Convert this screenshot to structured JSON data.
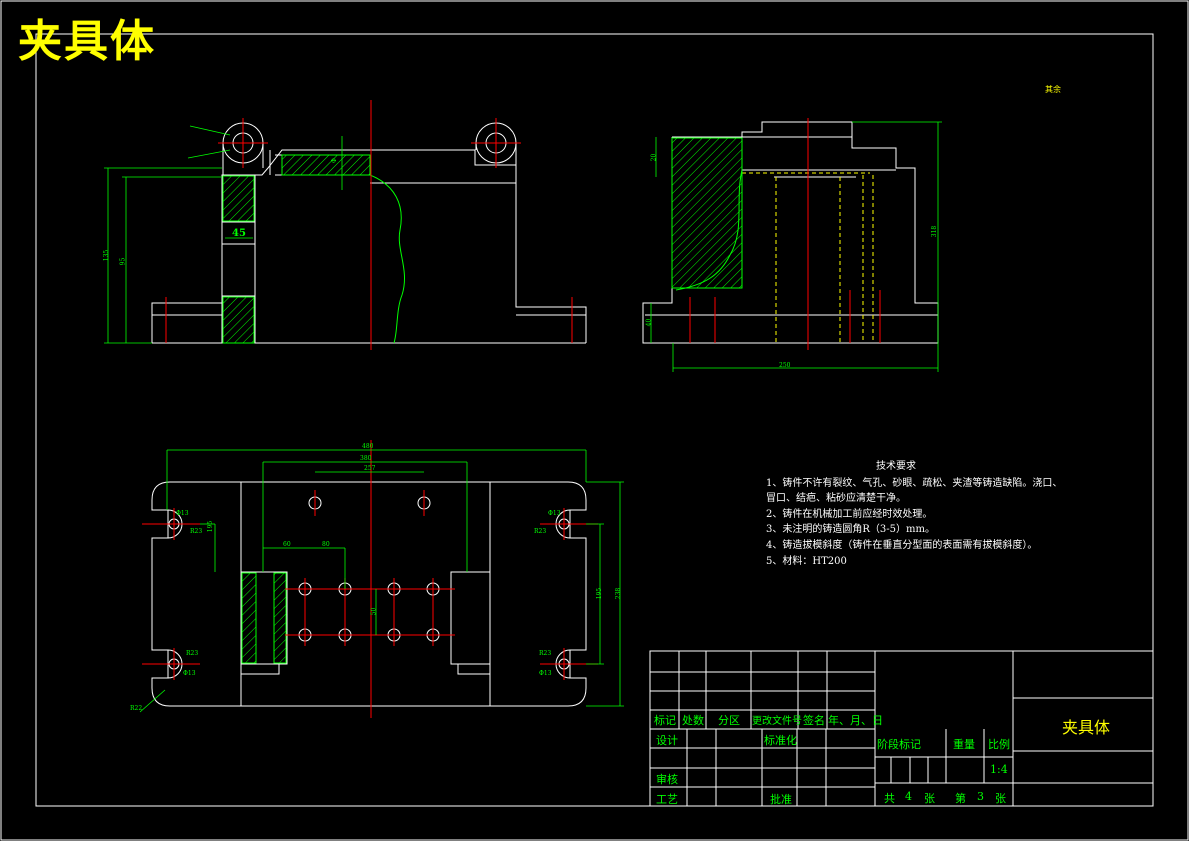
{
  "drawing_title": "夹具体",
  "corner_note": "其余",
  "tech_requirements": {
    "title": "技术要求",
    "items": [
      "1、铸件不许有裂纹、气孔、砂眼、疏松、夹渣等铸造缺陷。浇口、",
      "冒口、结疤、粘砂应清楚干净。",
      "2、铸件在机械加工前应经时效处理。",
      "3、未注明的铸造圆角R（3-5）mm。",
      "4、铸造拔模斜度（铸件在垂直分型面的表面需有拔模斜度）。",
      "5、材料：HT200"
    ]
  },
  "title_block": {
    "headers": [
      "标记",
      "处数",
      "分区",
      "更改文件号",
      "签名",
      "年、月、日"
    ],
    "design": "设计",
    "standardize": "标准化",
    "review": "审核",
    "process": "工艺",
    "approve": "批准",
    "stage_mark": "阶段标记",
    "weight": "重量",
    "scale_label": "比例",
    "scale_value": "1:4",
    "part_name": "夹具体",
    "sheet_total_prefix": "共",
    "sheet_total": "4",
    "sheet_unit": "张",
    "sheet_no_prefix": "第",
    "sheet_no": "3",
    "sheet_no_unit": "张"
  },
  "dimensions": {
    "d45": "45",
    "d_r10": "Φ",
    "d_95": "95",
    "d_135": "135",
    "d_40": "40",
    "d_60": "60",
    "d_20": "20",
    "d_250": "250",
    "d_318": "318",
    "d_480": "480",
    "d_380": "380",
    "d_257": "257",
    "d_80": "80",
    "d_r13a": "Φ13",
    "d_r13b": "Φ13",
    "d_r13c": "Φ13",
    "d_r13d": "Φ13",
    "d_r23a": "R23",
    "d_r23b": "R23",
    "d_r23c": "R23",
    "d_r23d": "R23",
    "d_r22": "R22",
    "d_195": "195",
    "d_238": "238",
    "d_50": "50"
  },
  "colors": {
    "outline": "#ffffff",
    "dimension": "#00ff00",
    "center": "#ff0000",
    "hidden": "#ffff00",
    "title": "#ffff00"
  }
}
